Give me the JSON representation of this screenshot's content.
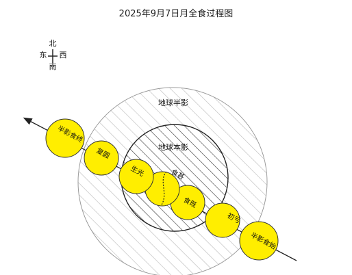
{
  "title": "2025年9月7日月全食过程图",
  "compass": {
    "north": "北",
    "south": "南",
    "east": "东",
    "west": "西"
  },
  "zones": {
    "penumbra": "地球半影",
    "umbra": "地球本影"
  },
  "phases": [
    {
      "label": "半影食始"
    },
    {
      "label": "初亏"
    },
    {
      "label": "食既"
    },
    {
      "label": "食甚"
    },
    {
      "label": "生光"
    },
    {
      "label": "复圆"
    },
    {
      "label": "半影食终"
    }
  ],
  "colors": {
    "moon_fill": "#ffee00",
    "moon_stroke": "#333333",
    "penumbra_hatch": "#b8b8b8",
    "umbra_hatch": "#333333",
    "penumbra_stroke": "#9a9a9a",
    "umbra_stroke": "#222222",
    "path": "#222222"
  }
}
